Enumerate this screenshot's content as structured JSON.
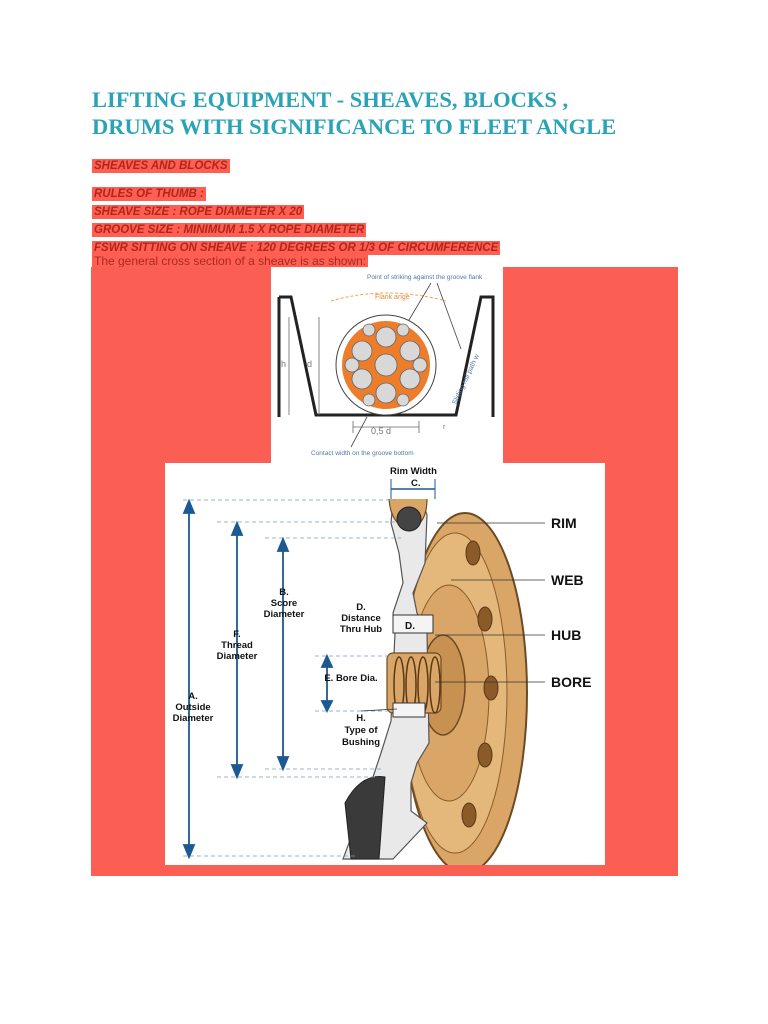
{
  "title_line1": "LIFTING EQUIPMENT - SHEAVES, BLOCKS ,",
  "title_line2": "DRUMS WITH SIGNIFICANCE TO FLEET ANGLE",
  "section_heading": "SHEAVES  AND BLOCKS",
  "rules": {
    "heading": "RULES OF THUMB :",
    "items": [
      "SHEAVE SIZE : ROPE DIAMETER X 20",
      "GROOVE SIZE : MINIMUM 1.5 X ROPE DIAMETER",
      "FSWR SITTING ON SHEAVE : 120 DEGREES OR 1/3 OF CIRCUMFERENCE"
    ]
  },
  "intro": "The  general cross section of  a sheave is as shown:",
  "fig1": {
    "strike_label": "Point of striking against the groove flank",
    "flank_label": "Flank ange",
    "h": "h",
    "d": "d",
    "sliding": "Sliding rail path w",
    "r": "r",
    "half_d": "0,5  d",
    "contact": "Contact width on the groove bottom"
  },
  "fig2": {
    "rim_width": "Rim Width",
    "c": "C.",
    "b1": "B.",
    "b2": "Score",
    "b3": "Diameter",
    "d1": "D.",
    "d2": "Distance",
    "d3": "Thru Hub",
    "d_box": "D.",
    "f1": "F.",
    "f2": "Thread",
    "f3": "Diameter",
    "e": "E. Bore Dia.",
    "a1": "A.",
    "a2": "Outside",
    "a3": "Diameter",
    "h1": "H.",
    "h2": "Type of",
    "h3": "Bushing",
    "rim": "RIM",
    "web": "WEB",
    "hub": "HUB",
    "bore": "BORE"
  },
  "colors": {
    "title": "#2aa3b7",
    "highlight": "#ff5f52",
    "panel": "#fb5e53",
    "sheave": "#d9a668"
  }
}
